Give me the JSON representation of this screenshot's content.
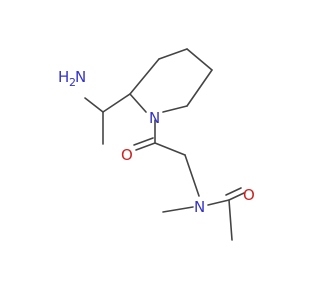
{
  "molecule": {
    "colors": {
      "bond": "#444444",
      "nitrogen": "#3333cc",
      "oxygen": "#cc2222"
    },
    "atoms": {
      "amine": {
        "label": "H",
        "sub": "2",
        "tail": "N"
      },
      "ring_n": {
        "label": "N"
      },
      "amide_n": {
        "label": "N"
      },
      "ketone_o": {
        "label": "O"
      },
      "acetyl_o": {
        "label": "O"
      }
    }
  }
}
